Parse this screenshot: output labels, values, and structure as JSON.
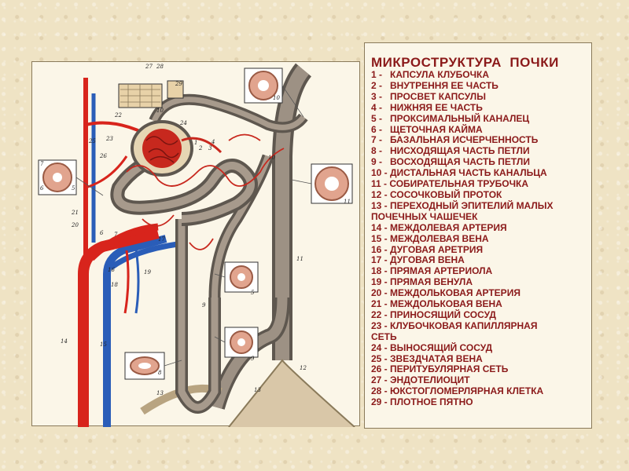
{
  "legend": {
    "title": "МИКРОСТРУКТУРА  ПОЧКИ",
    "items": [
      "1 -   КАПСУЛА КЛУБОЧКА",
      "2 -   ВНУТРЕННЯ ЕЕ ЧАСТЬ",
      "3 -   ПРОСВЕТ КАПСУЛЫ",
      "4 -   НИЖНЯЯ ЕЕ ЧАСТЬ",
      "5 -   ПРОКСИМАЛЬНЫЙ КАНАЛЕЦ",
      "6 -   ЩЕТОЧНАЯ КАЙМА",
      "7 -   БАЗАЛЬНАЯ ИСЧЕРЧЕННОСТЬ",
      "8 -   НИСХОДЯЩАЯ ЧАСТЬ ПЕТЛИ",
      "9 -   ВОСХОДЯЩАЯ ЧАСТЬ ПЕТЛИ",
      "10 - ДИСТАЛЬНАЯ ЧАСТЬ КАНАЛЬЦА",
      "11 - СОБИРАТЕЛЬНАЯ ТРУБОЧКА",
      "12 - СОСОЧКОВЫЙ ПРОТОК",
      "13 - ПЕРЕХОДНЫЙ ЭПИТЕЛИЙ МАЛЫХ",
      "ПОЧЕЧНЫХ ЧАШЕЧЕК",
      "14 - МЕЖДОЛЕВАЯ АРТЕРИЯ",
      "15 - МЕЖДОЛЕВАЯ ВЕНА",
      "16 - ДУГОВАЯ АРЕТРИЯ",
      "17 - ДУГОВАЯ ВЕНА",
      "18 - ПРЯМАЯ АРТЕРИОЛА",
      "19 - ПРЯМАЯ ВЕНУЛА",
      "20 - МЕЖДОЛЬКОВАЯ АРТЕРИЯ",
      "21 - МЕЖДОЛЬКОВАЯ ВЕНА",
      "22 - ПРИНОСЯЩИЙ СОСУД",
      "23 - КЛУБОЧКОВАЯ КАПИЛЛЯРНАЯ",
      "СЕТЬ",
      "24 - ВЫНОСЯЩИЙ СОСУД",
      "25 - ЗВЕЗДЧАТАЯ ВЕНА",
      "26 - ПЕРИТУБУЛЯРНАЯ СЕТЬ",
      "27 - ЭНДОТЕЛИОЦИТ",
      "28 - ЮКСТОГЛОМЕРЛЯРНАЯ КЛЕТКА",
      "29 - ПЛОТНОЕ ПЯТНО"
    ]
  },
  "figure_labels": {
    "l1": "1",
    "l2": "2",
    "l3": "3",
    "l4": "4",
    "l5": "5",
    "l6": "6",
    "l7": "7",
    "l8": "8",
    "l9": "9",
    "l10": "10",
    "l11": "11",
    "l12": "12",
    "l13": "13",
    "l14": "14",
    "l15": "15",
    "l16": "16",
    "l17": "17",
    "l18": "18",
    "l19": "19",
    "l20": "20",
    "l21": "21",
    "l22": "22",
    "l23": "23",
    "l24": "24",
    "l25": "25",
    "l26": "26",
    "l27": "27",
    "l28": "28",
    "l29": "29"
  },
  "colors": {
    "title": "#8b1a1a",
    "artery": "#d8241c",
    "vein": "#2a5db8",
    "tubule": "#8a7d6e",
    "panel": "#fbf6e8",
    "background": "#efe3c4"
  }
}
